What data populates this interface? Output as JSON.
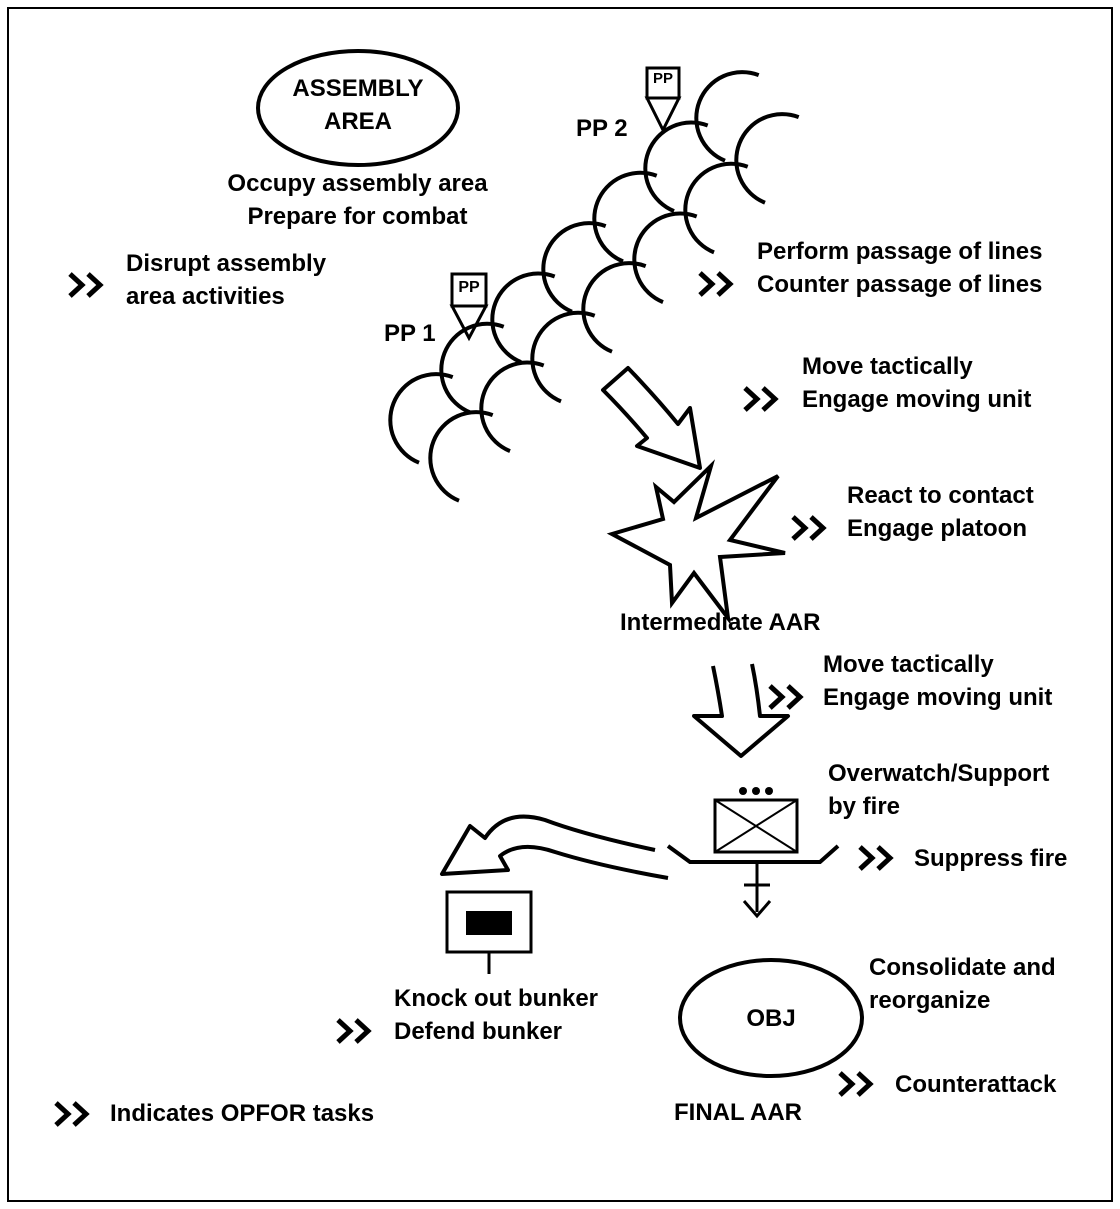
{
  "assembly_area": {
    "line1": "ASSEMBLY",
    "line2": "AREA"
  },
  "assembly_tasks": {
    "line1": "Occupy assembly area",
    "line2": "Prepare for combat"
  },
  "opfor_disrupt": {
    "line1": "Disrupt assembly",
    "line2": "area activities"
  },
  "pp1": {
    "symbol": "PP",
    "label": "PP 1"
  },
  "pp2": {
    "symbol": "PP",
    "label": "PP 2"
  },
  "passage": {
    "line1": "Perform passage of lines",
    "line2": "Counter passage of lines"
  },
  "move1": {
    "line1": "Move tactically",
    "line2": "Engage moving unit"
  },
  "contact": {
    "line1": "React to contact",
    "line2": "Engage platoon"
  },
  "intermediate_aar": "Intermediate AAR",
  "move2": {
    "line1": "Move tactically",
    "line2": "Engage moving unit"
  },
  "overwatch": {
    "line1": "Overwatch/Support",
    "line2": "by fire",
    "opfor": "Suppress fire"
  },
  "bunker": {
    "line1": "Knock out bunker",
    "line2": "Defend bunker"
  },
  "objective": {
    "label": "OBJ",
    "final_aar": "FINAL AAR"
  },
  "consolidate": {
    "line1": "Consolidate and",
    "line2": "reorganize",
    "opfor": "Counterattack"
  },
  "legend": {
    "text": "Indicates OPFOR tasks"
  }
}
